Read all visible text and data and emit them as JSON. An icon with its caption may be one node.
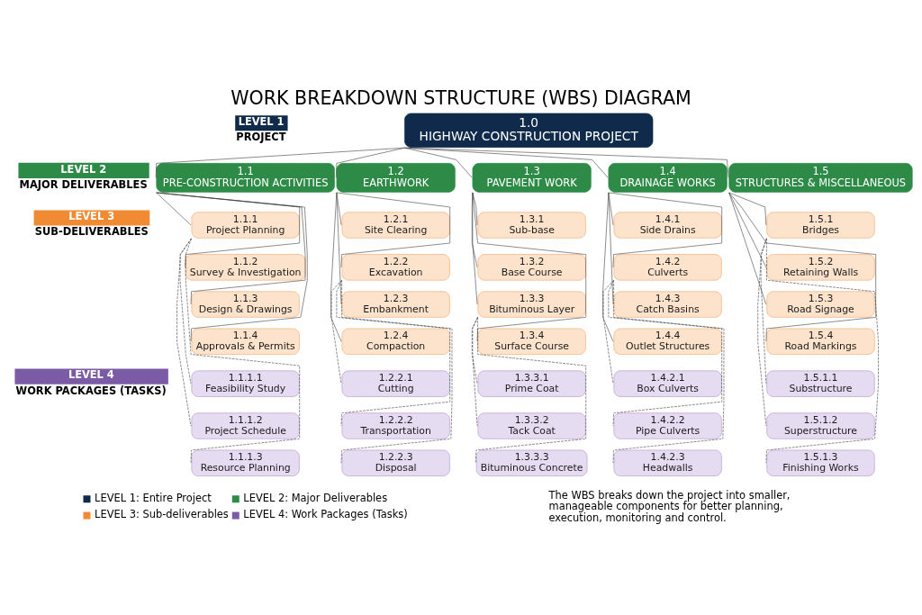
{
  "diagram": {
    "title": "WORK BREAKDOWN STRUCTURE (WBS) DIAGRAM",
    "nodes": [
      {
        "text": [
          "LEVEL 1",
          "PROJECT"
        ]
      },
      {
        "text": [
          "1.0",
          "HIGHWAY CONSTRUCTION PROJECT"
        ]
      },
      {
        "text": [
          "LEVEL 2",
          "MAJOR DELIVERABLES"
        ]
      },
      {
        "text": [
          "1.1",
          "PRE-CONSTRUCTION ACTIVITIES"
        ]
      },
      {
        "text": [
          "1.2",
          "EARTHWORK"
        ]
      },
      {
        "text": [
          "1.3",
          "PAVEMENT WORK"
        ]
      },
      {
        "text": [
          "1.4",
          "DRAINAGE WORKS"
        ]
      },
      {
        "text": [
          "1.5",
          "STRUCTURES & MISCELLANEOUS"
        ]
      },
      {
        "text": [
          "LEVEL 3",
          "SUB-DELIVERABLES"
        ]
      },
      {
        "text": [
          "1.1.1",
          "Project Planning"
        ]
      },
      {
        "text": [
          "1.1.2",
          "Survey & Investigation"
        ]
      },
      {
        "text": [
          "1.1.3",
          "Design & Drawings"
        ]
      },
      {
        "text": [
          "1.1.4",
          "Approvals & Permits"
        ]
      },
      {
        "text": [
          "1.2.1",
          "Site Clearing"
        ]
      },
      {
        "text": [
          "1.2.2",
          "Excavation"
        ]
      },
      {
        "text": [
          "1.2.3",
          "Embankment"
        ]
      },
      {
        "text": [
          "1.2.4",
          "Compaction"
        ]
      },
      {
        "text": [
          "1.3.1",
          "Sub-base"
        ]
      },
      {
        "text": [
          "1.3.2",
          "Base Course"
        ]
      },
      {
        "text": [
          "1.3.3",
          "Bituminous Layer"
        ]
      },
      {
        "text": [
          "1.3.4",
          "Surface Course"
        ]
      },
      {
        "text": [
          "1.4.1",
          "Side Drains"
        ]
      },
      {
        "text": [
          "1.4.2",
          "Culverts"
        ]
      },
      {
        "text": [
          "1.4.3",
          "Catch Basins"
        ]
      },
      {
        "text": [
          "1.4.4",
          "Outlet Structures"
        ]
      },
      {
        "text": [
          "1.5.1",
          "Bridges"
        ]
      },
      {
        "text": [
          "1.5.2",
          "Retaining Walls"
        ]
      },
      {
        "text": [
          "1.5.3",
          "Road Signage"
        ]
      },
      {
        "text": [
          "1.5.4",
          "Road Markings"
        ]
      },
      {
        "text": [
          "LEVEL 4",
          "WORK PACKAGES (TASKS)"
        ]
      },
      {
        "text": [
          "1.1.1.1",
          "Feasibility Study"
        ]
      },
      {
        "text": [
          "1.1.1.2",
          "Project Schedule"
        ]
      },
      {
        "text": [
          "1.1.1.3",
          "Resource Planning"
        ]
      },
      {
        "text": [
          "1.2.2.1",
          "Cutting"
        ]
      },
      {
        "text": [
          "1.2.2.2",
          "Transportation"
        ]
      },
      {
        "text": [
          "1.2.2.3",
          "Disposal"
        ]
      },
      {
        "text": [
          "1.3.3.1",
          "Prime Coat"
        ]
      },
      {
        "text": [
          "1.3.3.2",
          "Tack Coat"
        ]
      },
      {
        "text": [
          "1.3.3.3",
          "Bituminous Concrete"
        ]
      },
      {
        "text": [
          "1.4.2.1",
          "Box Culverts"
        ]
      },
      {
        "text": [
          "1.4.2.2",
          "Pipe Culverts"
        ]
      },
      {
        "text": [
          "1.4.2.3",
          "Headwalls"
        ]
      },
      {
        "text": [
          "1.5.1.1",
          "Substructure"
        ]
      },
      {
        "text": [
          "1.5.1.2",
          "Superstructure"
        ]
      },
      {
        "text": [
          "1.5.1.3",
          "Finishing Works"
        ]
      }
    ],
    "edges": [
      {
        "from": 1,
        "to": 3,
        "arrow": "none"
      },
      {
        "from": 1,
        "to": 4,
        "arrow": "none"
      },
      {
        "from": 1,
        "to": 5,
        "arrow": "none"
      },
      {
        "from": 1,
        "to": 6,
        "arrow": "none"
      },
      {
        "from": 1,
        "to": 7,
        "arrow": "none"
      },
      {
        "from": 3,
        "to": 9,
        "arrow": "none"
      },
      {
        "from": 3,
        "to": 10,
        "arrow": "none"
      },
      {
        "from": 3,
        "to": 11,
        "arrow": "none"
      },
      {
        "from": 3,
        "to": 12,
        "arrow": "none"
      },
      {
        "from": 4,
        "to": 13,
        "arrow": "none"
      },
      {
        "from": 4,
        "to": 14,
        "arrow": "none"
      },
      {
        "from": 4,
        "to": 15,
        "arrow": "none"
      },
      {
        "from": 4,
        "to": 16,
        "arrow": "none"
      },
      {
        "from": 5,
        "to": 17,
        "arrow": "none"
      },
      {
        "from": 5,
        "to": 18,
        "arrow": "none"
      },
      {
        "from": 5,
        "to": 19,
        "arrow": "none"
      },
      {
        "from": 5,
        "to": 20,
        "arrow": "none"
      },
      {
        "from": 6,
        "to": 21,
        "arrow": "none"
      },
      {
        "from": 6,
        "to": 22,
        "arrow": "none"
      },
      {
        "from": 6,
        "to": 23,
        "arrow": "none"
      },
      {
        "from": 6,
        "to": 24,
        "arrow": "none"
      },
      {
        "from": 7,
        "to": 25,
        "arrow": "none"
      },
      {
        "from": 7,
        "to": 26,
        "arrow": "none"
      },
      {
        "from": 7,
        "to": 27,
        "arrow": "none"
      },
      {
        "from": 7,
        "to": 28,
        "arrow": "none"
      },
      {
        "from": 9,
        "to": 30,
        "arrow": "none",
        "style": "dashed"
      },
      {
        "from": 9,
        "to": 31,
        "arrow": "none",
        "style": "dashed"
      },
      {
        "from": 9,
        "to": 32,
        "arrow": "none",
        "style": "dashed"
      },
      {
        "from": 14,
        "to": 33,
        "arrow": "none",
        "style": "dashed"
      },
      {
        "from": 14,
        "to": 34,
        "arrow": "none",
        "style": "dashed"
      },
      {
        "from": 14,
        "to": 35,
        "arrow": "none",
        "style": "dashed"
      },
      {
        "from": 19,
        "to": 36,
        "arrow": "none",
        "style": "dashed"
      },
      {
        "from": 19,
        "to": 37,
        "arrow": "none",
        "style": "dashed"
      },
      {
        "from": 19,
        "to": 38,
        "arrow": "none",
        "style": "dashed"
      },
      {
        "from": 22,
        "to": 39,
        "arrow": "none",
        "style": "dashed"
      },
      {
        "from": 22,
        "to": 40,
        "arrow": "none",
        "style": "dashed"
      },
      {
        "from": 22,
        "to": 41,
        "arrow": "none",
        "style": "dashed"
      },
      {
        "from": 25,
        "to": 42,
        "arrow": "none",
        "style": "dashed"
      },
      {
        "from": 25,
        "to": 43,
        "arrow": "none",
        "style": "dashed"
      },
      {
        "from": 25,
        "to": 44,
        "arrow": "none",
        "style": "dashed"
      }
    ],
    "labels": [
      "The WBS breaks down the project into smaller, manageable components for better planning, execution, monitoring and control."
    ],
    "legend": [
      {
        "text": "LEVEL 1: Entire Project",
        "color": "#0f2a4a"
      },
      {
        "text": "LEVEL 2: Major Deliverables",
        "color": "#2e8b47"
      },
      {
        "text": "LEVEL 3: Sub-deliverables",
        "color": "#f08a33"
      },
      {
        "text": "LEVEL 4: Work Packages (Tasks)",
        "color": "#7b5aa6"
      }
    ]
  }
}
